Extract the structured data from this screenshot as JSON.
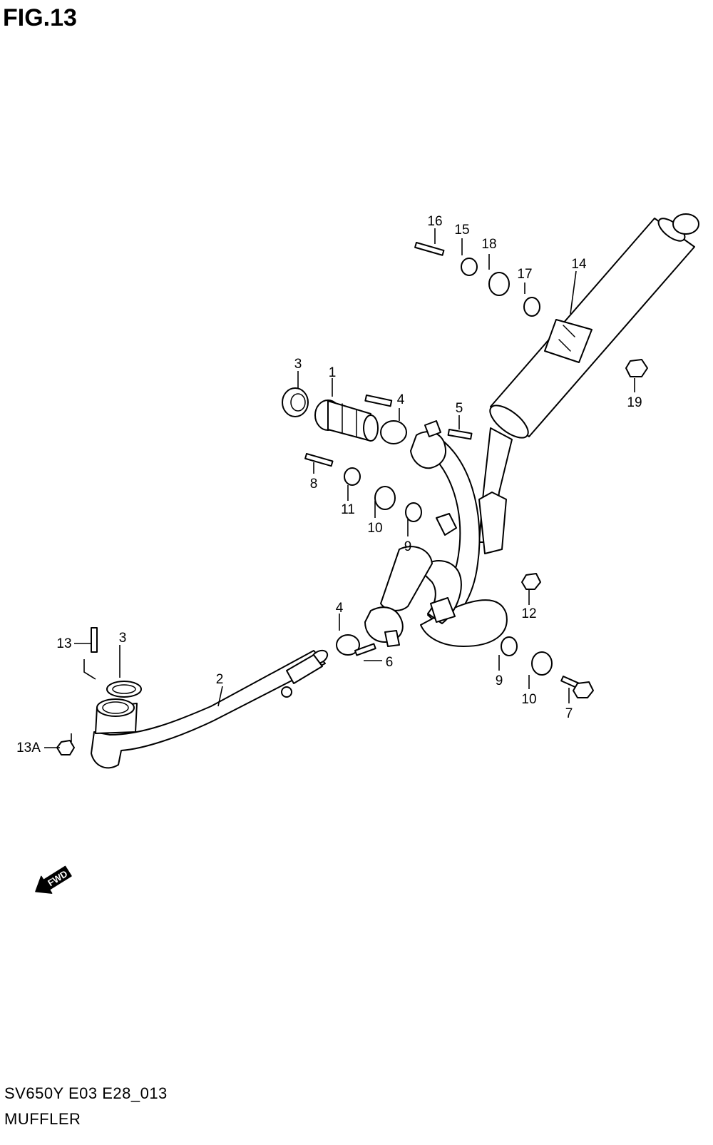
{
  "figure": {
    "title": "FIG.13"
  },
  "footer": {
    "code": "SV650Y E03 E28_013",
    "name": "MUFFLER"
  },
  "fwd_arrow": {
    "label": "FWD"
  },
  "callouts": {
    "c1": "1",
    "c2": "2",
    "c3a": "3",
    "c3b": "3",
    "c4a": "4",
    "c4b": "4",
    "c5": "5",
    "c6": "6",
    "c7": "7",
    "c8": "8",
    "c9a": "9",
    "c9b": "9",
    "c10a": "10",
    "c10b": "10",
    "c11": "11",
    "c12": "12",
    "c13": "13",
    "c13a": "13A",
    "c14": "14",
    "c15": "15",
    "c16": "16",
    "c17": "17",
    "c18": "18",
    "c19": "19"
  }
}
